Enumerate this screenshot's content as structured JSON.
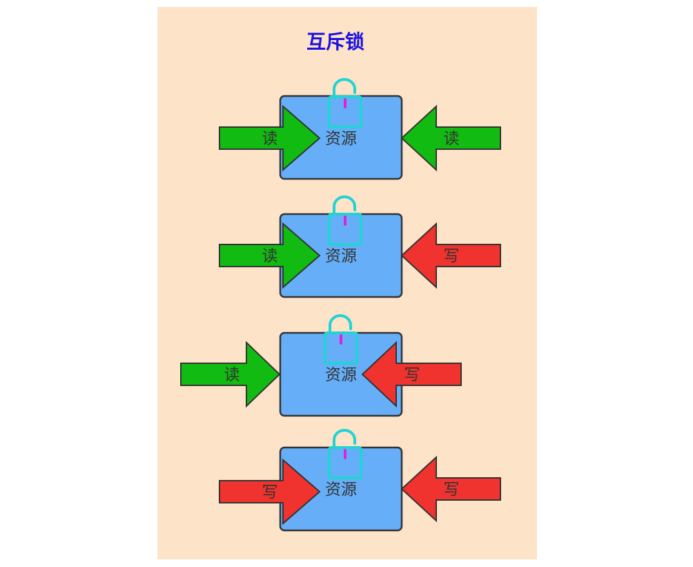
{
  "title": "互斥锁",
  "colors": {
    "background": "#fde3c8",
    "title": "#1a10e0",
    "resource_fill": "#66aff8",
    "outline": "#333333",
    "lock": "#22d3d3",
    "lock_key": "#e020e0",
    "read_arrow": "#11bb11",
    "write_arrow": "#f0332e",
    "text": "#333333"
  },
  "scenarios": [
    {
      "resource_label": "资源",
      "lock_icon": "unlocked-padlock-icon",
      "left_arrow": {
        "label": "读",
        "kind": "read"
      },
      "right_arrow": {
        "label": "读",
        "kind": "read"
      }
    },
    {
      "resource_label": "资源",
      "lock_icon": "unlocked-padlock-icon",
      "left_arrow": {
        "label": "读",
        "kind": "read"
      },
      "right_arrow": {
        "label": "写",
        "kind": "write"
      }
    },
    {
      "resource_label": "资源",
      "lock_icon": "unlocked-padlock-icon",
      "left_arrow": {
        "label": "读",
        "kind": "read"
      },
      "right_arrow": {
        "label": "写",
        "kind": "write"
      }
    },
    {
      "resource_label": "资源",
      "lock_icon": "unlocked-padlock-icon",
      "left_arrow": {
        "label": "写",
        "kind": "write"
      },
      "right_arrow": {
        "label": "写",
        "kind": "write"
      }
    }
  ]
}
